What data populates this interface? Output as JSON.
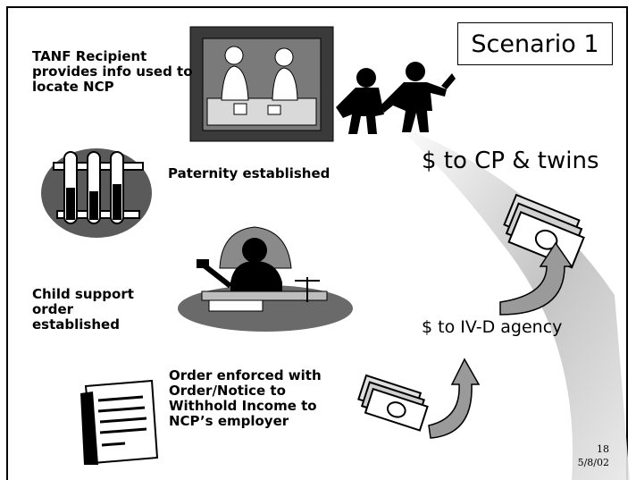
{
  "slide": {
    "title": "Scenario 1",
    "step1": "TANF Recipient provides info used to locate NCP",
    "step2": "Paternity established",
    "step3": "Child support order established",
    "step4": "Order enforced with Order/Notice to Withhold Income to NCP’s employer",
    "payment_cp": "$ to CP & twins",
    "payment_agency": "$ to IV-D agency",
    "page_number": "18",
    "date": "5/8/02"
  },
  "icons": [
    "couple-painting-icon",
    "twins-silhouette-icon",
    "test-tubes-icon",
    "judge-icon",
    "document-icon",
    "money-stack-icon",
    "curved-arrow-icon"
  ]
}
